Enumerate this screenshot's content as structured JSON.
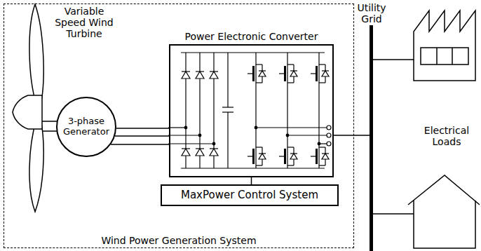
{
  "diagram": {
    "nodes": [
      {
        "text": [
          "Wind Power Generation System"
        ]
      },
      {
        "text": [
          "3-phase Generator"
        ],
        "in": 0
      },
      {
        "text": [
          "Power Electronic Converter"
        ],
        "in": 0
      },
      {
        "text": [
          "MaxPower Control System"
        ],
        "in": 0
      }
    ],
    "edges": [
      {
        "from": 1,
        "to": 2,
        "arrow": "none"
      },
      {
        "from": 2,
        "to": 3,
        "arrow": "none"
      }
    ],
    "labels": [
      "Variable Speed Wind Turbine",
      "Utility Grid",
      "Electrical Loads"
    ]
  }
}
